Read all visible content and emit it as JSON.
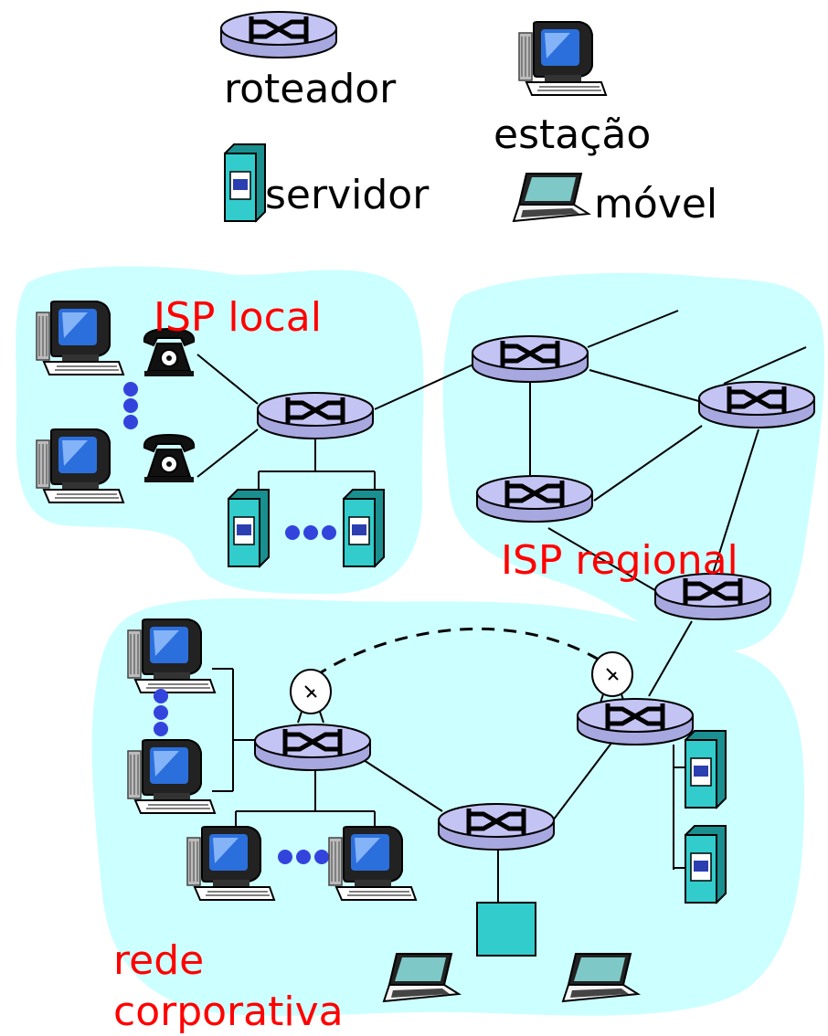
{
  "legend": {
    "router": "roteador",
    "workstation": "estação",
    "server": "servidor",
    "mobile": "móvel"
  },
  "regions": {
    "local_isp": "ISP local",
    "regional_isp": "ISP regional",
    "corporate_line1": "rede",
    "corporate_line2": "corporativa"
  },
  "colors": {
    "cloud": "#ccffff",
    "router_body": "#c4c4f4",
    "server_body": "#33cccc",
    "label_red": "#ff0000",
    "dots": "#3344dd"
  }
}
